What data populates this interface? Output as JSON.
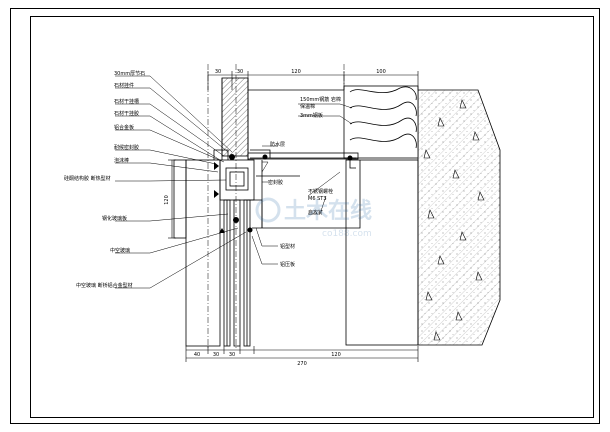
{
  "drawing": {
    "left_labels": [
      "30mm厚节石",
      "石材挂件",
      "石材干挂槽",
      "石材干挂胶",
      "铝合金板",
      "耐候密封胶",
      "泡沫棒",
      "硅酮结构胶 断热型材",
      "钢化玻璃板",
      "中空玻璃",
      "中空玻璃 断桥铝合金型材"
    ],
    "right_labels": [
      "150mm钢筋 岩棉",
      "保温棉",
      "3mm钢板",
      "防水层",
      "密封胶",
      "不锈钢螺栓",
      "M6 ST3",
      "自攻钉",
      "铝型材",
      "铝压板"
    ],
    "dimensions_top": [
      "30",
      "30",
      "120",
      "100"
    ],
    "dimensions_bottom": [
      "40",
      "30",
      "30",
      "120"
    ],
    "dimension_total": "270",
    "dimension_left": "120",
    "watermark_text": "土木在线",
    "watermark_url": "co188.com"
  }
}
